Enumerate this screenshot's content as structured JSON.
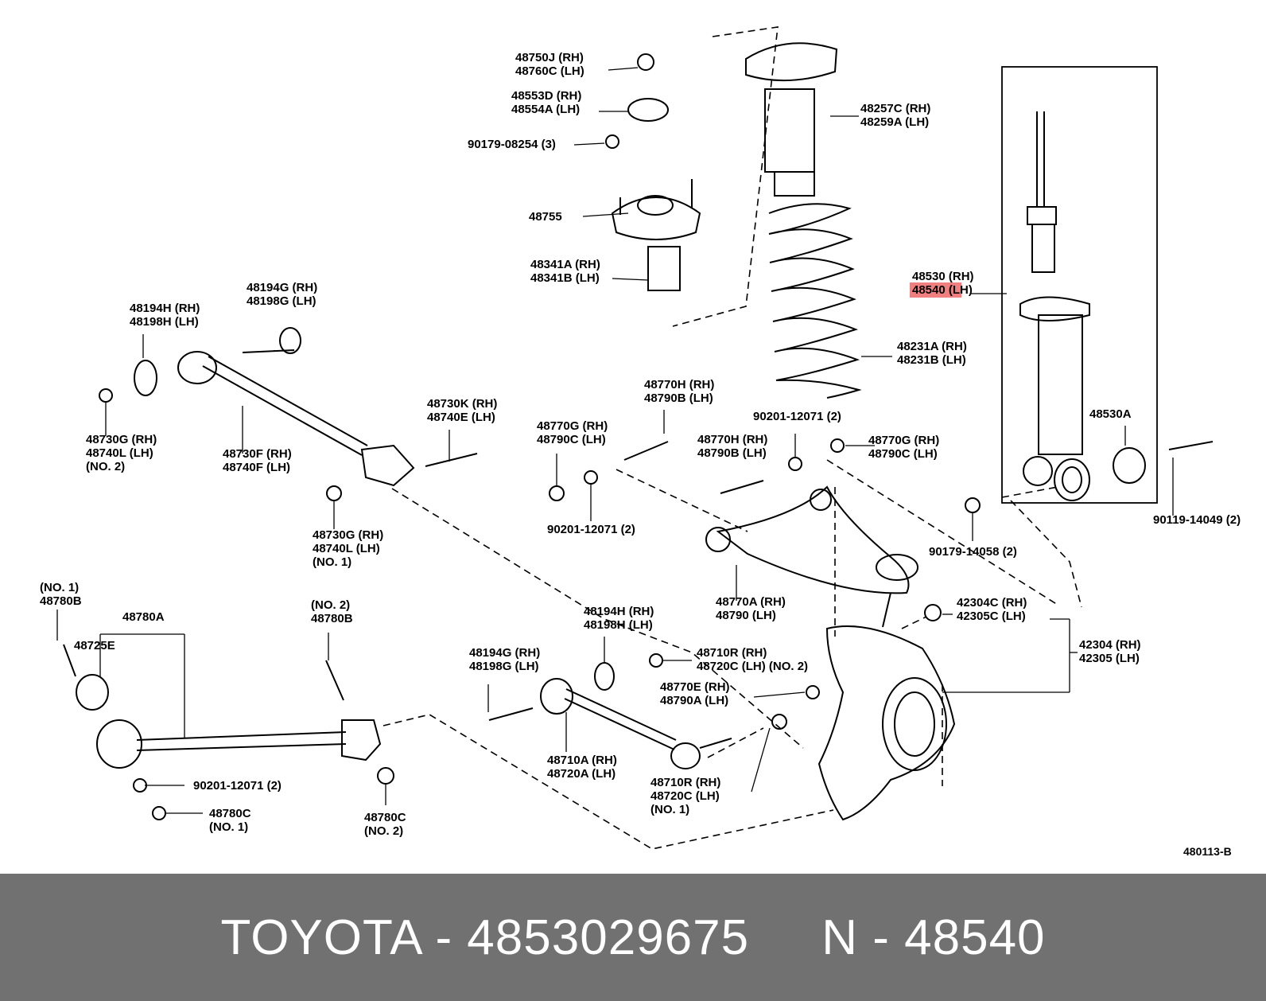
{
  "diagram": {
    "callouts": [
      {
        "id": "c1",
        "lines": [
          "48750J (RH)",
          "48760C (LH)"
        ]
      },
      {
        "id": "c2",
        "lines": [
          "48553D (RH)",
          "48554A (LH)"
        ]
      },
      {
        "id": "c3",
        "lines": [
          "90179-08254 (3)"
        ]
      },
      {
        "id": "c4",
        "lines": [
          "48755"
        ]
      },
      {
        "id": "c5",
        "lines": [
          "48341A (RH)",
          "48341B (LH)"
        ]
      },
      {
        "id": "c6",
        "lines": [
          "48257C (RH)",
          "48259A (LH)"
        ]
      },
      {
        "id": "c7",
        "lines": [
          "48530 (RH)",
          "48540 (LH)"
        ],
        "highlight": "48540"
      },
      {
        "id": "c8",
        "lines": [
          "48231A (RH)",
          "48231B (LH)"
        ]
      },
      {
        "id": "c9",
        "lines": [
          "48530A"
        ]
      },
      {
        "id": "c10",
        "lines": [
          "90119-14049 (2)"
        ]
      },
      {
        "id": "c11",
        "lines": [
          "90179-14058 (2)"
        ]
      },
      {
        "id": "c12",
        "lines": [
          "48194G (RH)",
          "48198G (LH)"
        ]
      },
      {
        "id": "c13",
        "lines": [
          "48194H (RH)",
          "48198H (LH)"
        ]
      },
      {
        "id": "c14",
        "lines": [
          "48730G (RH)",
          "48740L (LH)",
          "(NO. 2)"
        ]
      },
      {
        "id": "c15",
        "lines": [
          "48730F (RH)",
          "48740F (LH)"
        ]
      },
      {
        "id": "c16",
        "lines": [
          "48730K (RH)",
          "48740E (LH)"
        ]
      },
      {
        "id": "c17",
        "lines": [
          "48730G (RH)",
          "48740L (LH)",
          "(NO. 1)"
        ]
      },
      {
        "id": "c18",
        "lines": [
          "48770H (RH)",
          "48790B (LH)"
        ]
      },
      {
        "id": "c19",
        "lines": [
          "48770G (RH)",
          "48790C (LH)"
        ]
      },
      {
        "id": "c20",
        "lines": [
          "90201-12071 (2)"
        ]
      },
      {
        "id": "c21",
        "lines": [
          "90201-12071 (2)"
        ]
      },
      {
        "id": "c22",
        "lines": [
          "48770H (RH)",
          "48790B (LH)"
        ]
      },
      {
        "id": "c23",
        "lines": [
          "48770G (RH)",
          "48790C (LH)"
        ]
      },
      {
        "id": "c24",
        "lines": [
          "48770A (RH)",
          "48790 (LH)"
        ]
      },
      {
        "id": "c25",
        "lines": [
          "42304C (RH)",
          "42305C (LH)"
        ]
      },
      {
        "id": "c26",
        "lines": [
          "42304 (RH)",
          "42305 (LH)"
        ]
      },
      {
        "id": "c27",
        "lines": [
          "(NO. 1)",
          "48780B"
        ]
      },
      {
        "id": "c28",
        "lines": [
          "48780A"
        ]
      },
      {
        "id": "c29",
        "lines": [
          "48725E"
        ]
      },
      {
        "id": "c30",
        "lines": [
          "(NO. 2)",
          "48780B"
        ]
      },
      {
        "id": "c31",
        "lines": [
          "48194H (RH)",
          "48198H (LH)"
        ]
      },
      {
        "id": "c32",
        "lines": [
          "48710R (RH)",
          "48720C (LH) (NO. 2)"
        ]
      },
      {
        "id": "c33",
        "lines": [
          "48194G (RH)",
          "48198G (LH)"
        ]
      },
      {
        "id": "c34",
        "lines": [
          "48770E (RH)",
          "48790A (LH)"
        ]
      },
      {
        "id": "c35",
        "lines": [
          "48710A (RH)",
          "48720A (LH)"
        ]
      },
      {
        "id": "c36",
        "lines": [
          "48710R (RH)",
          "48720C (LH)",
          "(NO. 1)"
        ]
      },
      {
        "id": "c37",
        "lines": [
          "90201-12071 (2)"
        ]
      },
      {
        "id": "c38",
        "lines": [
          "48780C",
          "(NO. 1)"
        ]
      },
      {
        "id": "c39",
        "lines": [
          "48780C",
          "(NO. 2)"
        ]
      }
    ],
    "figure_code": "480113-B",
    "highlight_color": "#f08080"
  },
  "footer": {
    "text": "TOYOTA - 4853029675     N - 48540",
    "background": "#717171",
    "color": "#ffffff"
  }
}
